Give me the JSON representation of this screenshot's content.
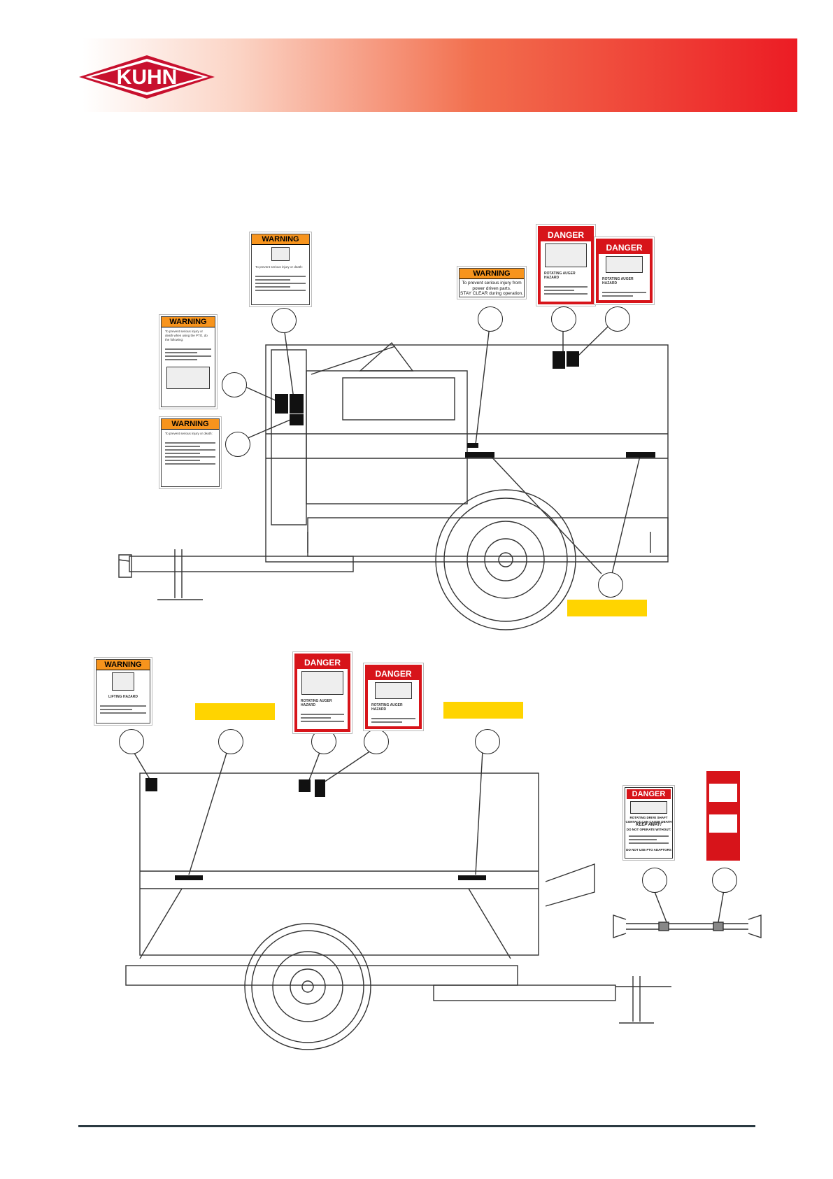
{
  "brand": {
    "name": "KUHN",
    "header_gradient": [
      "#ffffff",
      "#f26f4e",
      "#ec1c24"
    ],
    "logo_colors": {
      "outer": "#c8102e",
      "ring": "#ffffff",
      "inner": "#c8102e"
    }
  },
  "decals": {
    "w1": {
      "kind": "warning",
      "heading": "WARNING",
      "line1": "To prevent serious injury or death:"
    },
    "w2": {
      "kind": "warning",
      "heading": "WARNING",
      "line1": "To prevent serious injury or death when using the PTO, do the following:"
    },
    "w3": {
      "kind": "warning",
      "heading": "WARNING",
      "line1": "To prevent serious injury or death:"
    },
    "w4": {
      "kind": "warning",
      "heading": "WARNING",
      "line1": "To prevent serious injury from",
      "line2": "power driven parts.",
      "line3": "STAY CLEAR during operation."
    },
    "d1": {
      "kind": "danger",
      "heading": "DANGER",
      "title": "ROTATING AUGER HAZARD"
    },
    "d2": {
      "kind": "danger",
      "heading": "DANGER",
      "title": "ROTATING AUGER HAZARD"
    },
    "w5": {
      "kind": "warning",
      "heading": "WARNING",
      "title": "LIFTING HAZARD"
    },
    "d3": {
      "kind": "danger",
      "heading": "DANGER",
      "title": "ROTATING AUGER HAZARD"
    },
    "d4": {
      "kind": "danger",
      "heading": "DANGER",
      "title": "ROTATING AUGER HAZARD"
    },
    "d5": {
      "kind": "danger",
      "heading": "DANGER",
      "title": "ROTATING DRIVE SHAFT",
      "line1": "CONTACT CAN CAUSE DEATH",
      "line2": "KEEP AWAY!",
      "line3": "DO NOT OPERATE WITHOUT:",
      "line4": "DO NOT USE PTO ADAPTORS"
    }
  },
  "colors": {
    "warning": "#f7941d",
    "danger": "#d7141a",
    "callout_highlight": "#ffd400"
  }
}
